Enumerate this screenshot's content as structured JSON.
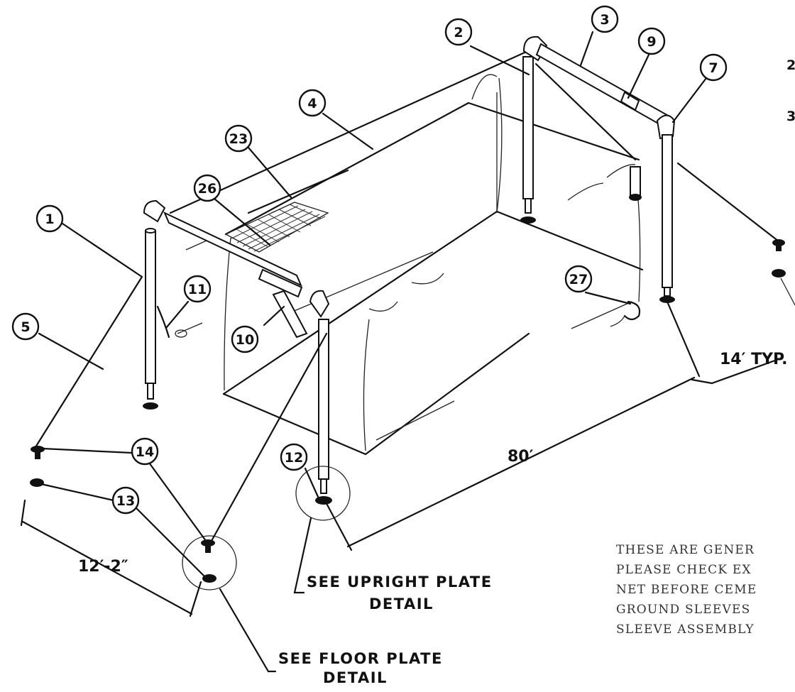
{
  "callouts": [
    "1",
    "2",
    "3",
    "4",
    "5",
    "7",
    "9",
    "10",
    "11",
    "12",
    "13",
    "14",
    "23",
    "26",
    "27"
  ],
  "callout_partial": [
    "2",
    "3"
  ],
  "dimensions": {
    "length": "80′",
    "width": "12′-2″",
    "typ": "14′ TYP."
  },
  "details": {
    "upright": [
      "SEE UPRIGHT PLATE",
      "DETAIL"
    ],
    "floor": [
      "SEE FLOOR PLATE",
      "DETAIL"
    ]
  },
  "note_lines": [
    "THESE ARE GENER",
    "PLEASE CHECK EX",
    "NET BEFORE CEME",
    "GROUND SLEEVES",
    "SLEEVE ASSEMBLY"
  ]
}
